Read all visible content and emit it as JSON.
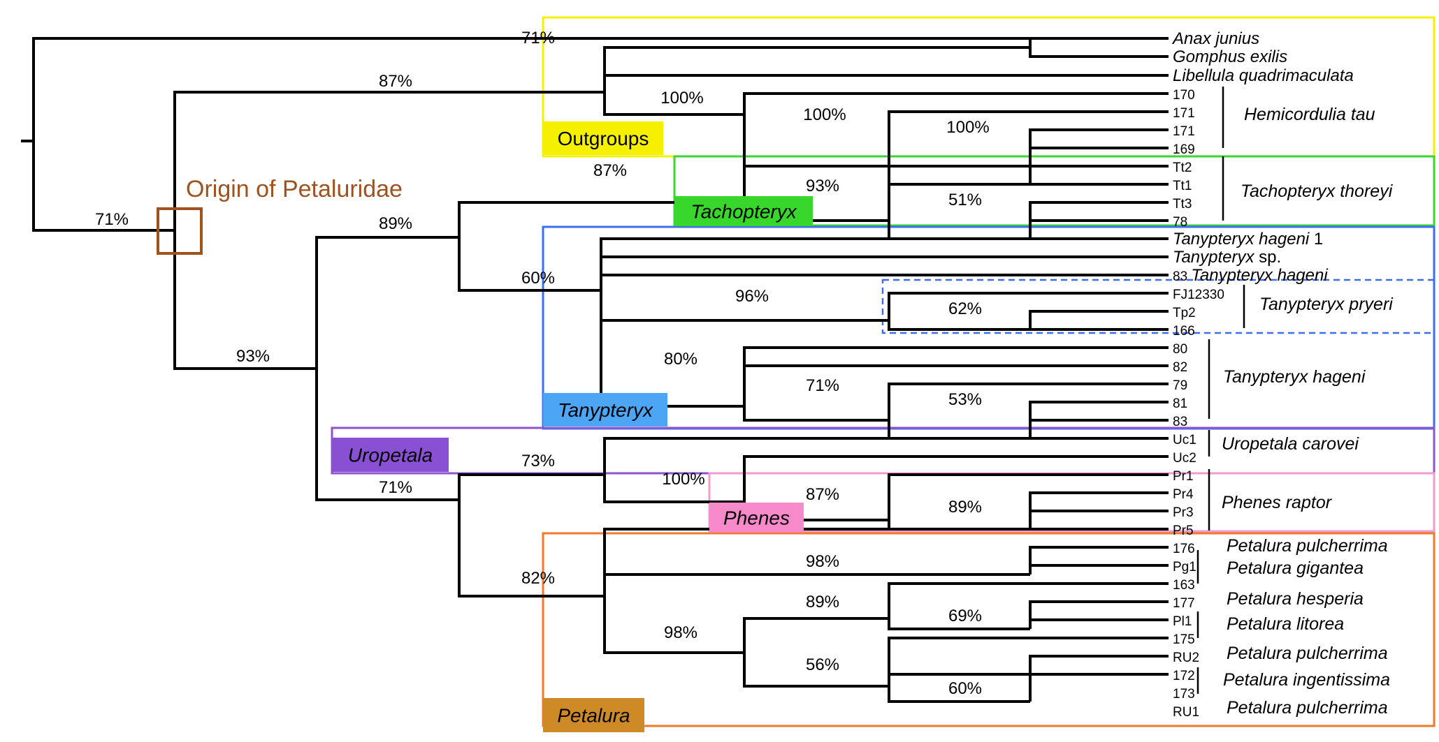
{
  "annotation": {
    "origin_label": "Origin of Petaluridae",
    "origin_color": "#A0521E"
  },
  "root_support": "71%",
  "supports": {
    "s_outgroup_top": "71%",
    "s_outgroup_87": "87%",
    "s_hemi_100a": "100%",
    "s_hemi_100b": "100%",
    "s_hemi_100c": "100%",
    "s_petal_93": "93%",
    "s_upper_89": "89%",
    "s_tacho_87": "87%",
    "s_tacho_93": "93%",
    "s_tacho_51": "51%",
    "s_tany_60": "60%",
    "s_pryeri_96": "96%",
    "s_pryeri_62": "62%",
    "s_hageni_80": "80%",
    "s_hageni_71": "71%",
    "s_hageni_53": "53%",
    "s_lower_71": "71%",
    "s_uro_73": "73%",
    "s_phenes_100": "100%",
    "s_phenes_87": "87%",
    "s_phenes_89": "89%",
    "s_petalura_82": "82%",
    "s_petalura_98a": "98%",
    "s_petalura_98b": "98%",
    "s_petalura_89": "89%",
    "s_petalura_69": "69%",
    "s_petalura_56": "56%",
    "s_petalura_60": "60%"
  },
  "tips": [
    {
      "id": "anax",
      "italic": "Anax junius",
      "plain": ""
    },
    {
      "id": "gomphus",
      "italic": "Gomphus exilis",
      "plain": ""
    },
    {
      "id": "libellula",
      "italic": "Libellula quadrimaculata",
      "plain": ""
    },
    {
      "id": "h170",
      "italic": "",
      "plain": "170"
    },
    {
      "id": "h171a",
      "italic": "",
      "plain": "171"
    },
    {
      "id": "h171b",
      "italic": "",
      "plain": "171"
    },
    {
      "id": "h169",
      "italic": "",
      "plain": "169"
    },
    {
      "id": "tt2",
      "italic": "",
      "plain": "Tt2"
    },
    {
      "id": "tt1",
      "italic": "",
      "plain": "Tt1"
    },
    {
      "id": "tt3",
      "italic": "",
      "plain": "Tt3"
    },
    {
      "id": "t78",
      "italic": "",
      "plain": "78"
    },
    {
      "id": "thag1",
      "italic": "Tanypteryx hageni",
      "plain": " 1"
    },
    {
      "id": "tsp",
      "italic": "Tanypteryx",
      "plain": " sp."
    },
    {
      "id": "t83h",
      "italic": "Tanypteryx hageni",
      "plain": "83 ",
      "prefix": true
    },
    {
      "id": "fj",
      "italic": "",
      "plain": "FJ12330"
    },
    {
      "id": "tp2",
      "italic": "",
      "plain": "Tp2"
    },
    {
      "id": "t166",
      "italic": "",
      "plain": "166"
    },
    {
      "id": "t80",
      "italic": "",
      "plain": "80"
    },
    {
      "id": "t82",
      "italic": "",
      "plain": "82"
    },
    {
      "id": "t79",
      "italic": "",
      "plain": "79"
    },
    {
      "id": "t81",
      "italic": "",
      "plain": "81"
    },
    {
      "id": "t83",
      "italic": "",
      "plain": "83"
    },
    {
      "id": "uc1",
      "italic": "",
      "plain": "Uc1"
    },
    {
      "id": "uc2",
      "italic": "",
      "plain": "Uc2"
    },
    {
      "id": "pr1",
      "italic": "",
      "plain": "Pr1"
    },
    {
      "id": "pr4",
      "italic": "",
      "plain": "Pr4"
    },
    {
      "id": "pr3",
      "italic": "",
      "plain": "Pr3"
    },
    {
      "id": "pr5",
      "italic": "",
      "plain": "Pr5"
    },
    {
      "id": "p176",
      "italic": "",
      "plain": "176"
    },
    {
      "id": "pg1",
      "italic": "",
      "plain": "Pg1"
    },
    {
      "id": "p163",
      "italic": "",
      "plain": "163"
    },
    {
      "id": "p177",
      "italic": "",
      "plain": "177"
    },
    {
      "id": "pl1",
      "italic": "",
      "plain": "Pl1"
    },
    {
      "id": "p175",
      "italic": "",
      "plain": "175"
    },
    {
      "id": "ru2",
      "italic": "",
      "plain": "RU2"
    },
    {
      "id": "p172",
      "italic": "",
      "plain": "172"
    },
    {
      "id": "p173",
      "italic": "",
      "plain": "173"
    },
    {
      "id": "ru1",
      "italic": "",
      "plain": "RU1"
    }
  ],
  "species_labels": {
    "hemicordulia": "Hemicordulia tau",
    "tachopteryx": "Tachopteryx thoreyi",
    "pryeri": "Tanypteryx pryeri",
    "tany_hageni": "Tanypteryx hageni",
    "uropetala": "Uropetala carovei",
    "phenes": "Phenes raptor",
    "pet_pulch1": "Petalura pulcherrima",
    "pet_gig": "Petalura gigantea",
    "pet_hesp": "Petalura hesperia",
    "pet_lit": "Petalura litorea",
    "pet_pulch2": "Petalura pulcherrima",
    "pet_ing": "Petalura ingentissima",
    "pet_pulch3": "Petalura pulcherrima"
  },
  "groups": {
    "outgroups": {
      "label": "Outgroups",
      "color": "#F4F000",
      "text_color": "#000000"
    },
    "tachopteryx": {
      "label": "Tachopteryx",
      "color": "#38D72C",
      "text_color": "#000000"
    },
    "tanypteryx": {
      "label": "Tanypteryx",
      "color": "#3B6FEF",
      "fill": "#4DA6F5",
      "text_color": "#000000"
    },
    "uropetala": {
      "label": "Uropetala",
      "color": "#8E54CF",
      "fill": "#8A50D4",
      "text_color": "#000000"
    },
    "phenes": {
      "label": "Phenes",
      "color": "#F09BD0",
      "fill": "#F589C9",
      "text_color": "#000000"
    },
    "petalura": {
      "label": "Petalura",
      "color": "#F07A2A",
      "fill": "#CF8A28",
      "text_color": "#000000"
    }
  }
}
